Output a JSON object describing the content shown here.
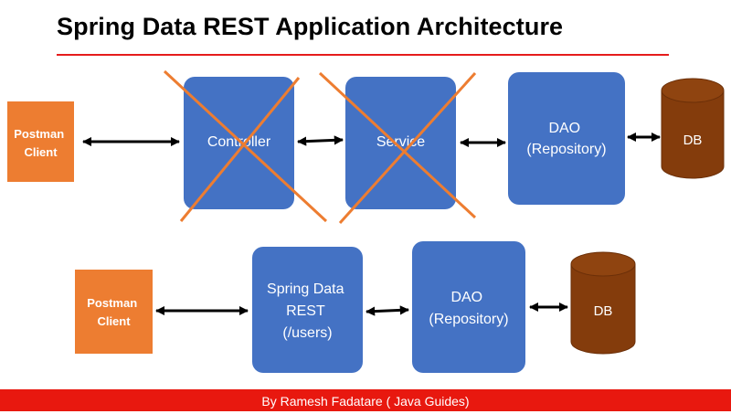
{
  "title": "Spring Data REST Application Architecture",
  "colors": {
    "title_rule": "#e51c1c",
    "client": "#ed7d31",
    "layer": "#4472c4",
    "database": "#843c0c",
    "cross_out": "#ed7d31",
    "footer": "#e8180f"
  },
  "traditional": {
    "client": [
      "Postman",
      "Client"
    ],
    "controller": "Controller",
    "service": "Service",
    "dao": [
      "DAO",
      "(Repository)"
    ],
    "db": "DB"
  },
  "spring_data_rest": {
    "client": [
      "Postman",
      "Client"
    ],
    "rest": [
      "Spring Data",
      "REST",
      "(/users)"
    ],
    "dao": [
      "DAO",
      "(Repository)"
    ],
    "db": "DB"
  },
  "footer": "By Ramesh Fadatare ( Java Guides)"
}
